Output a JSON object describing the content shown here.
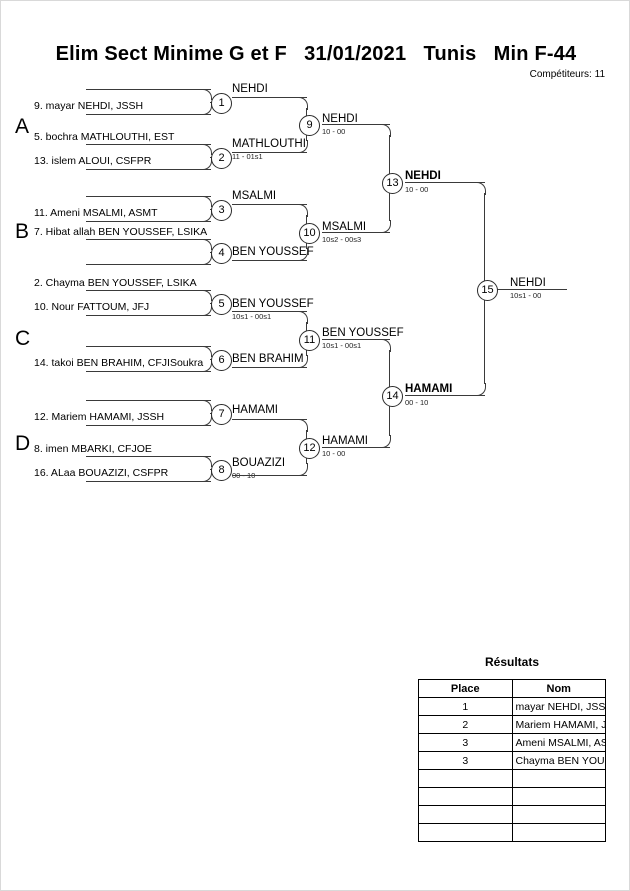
{
  "header": {
    "title": "Elim Sect Minime G et F   31/01/2021   Tunis   Min F-44",
    "competitors_label": "Compétiteurs: 11"
  },
  "groups": [
    {
      "label": "A"
    },
    {
      "label": "B"
    },
    {
      "label": "C"
    },
    {
      "label": "D"
    }
  ],
  "round1": [
    {
      "num": "1",
      "top_player": "",
      "bottom_player": "9. mayar NEHDI, JSSH",
      "winner": "NEHDI",
      "score": ""
    },
    {
      "num": "2",
      "top_player": "5. bochra MATHLOUTHI, EST",
      "bottom_player": "13. islem ALOUI, CSFPR",
      "winner": "MATHLOUTHI",
      "score": "11 - 01s1"
    },
    {
      "num": "3",
      "top_player": "",
      "bottom_player": "11. Ameni MSALMI, ASMT",
      "winner": "MSALMI",
      "score": ""
    },
    {
      "num": "4",
      "top_player": "7. Hibat allah BEN YOUSSEF, LSIKA",
      "bottom_player": "",
      "winner": "BEN YOUSSEF",
      "score": ""
    },
    {
      "num": "5",
      "top_player": "2. Chayma BEN YOUSSEF, LSIKA",
      "bottom_player": "10. Nour FATTOUM, JFJ",
      "winner": "BEN YOUSSEF",
      "score": "10s1 - 00s1"
    },
    {
      "num": "6",
      "top_player": "",
      "bottom_player": "14. takoi BEN BRAHIM, CFJISoukra",
      "winner": "BEN BRAHIM",
      "score": ""
    },
    {
      "num": "7",
      "top_player": "",
      "bottom_player": "12. Mariem HAMAMI, JSSH",
      "winner": "HAMAMI",
      "score": ""
    },
    {
      "num": "8",
      "top_player": "8. imen MBARKI, CFJOE",
      "bottom_player": "16. ALaa BOUAZIZI, CSFPR",
      "winner": "BOUAZIZI",
      "score": "00 - 10"
    }
  ],
  "round2": [
    {
      "num": "9",
      "winner": "NEHDI",
      "score": "10 - 00"
    },
    {
      "num": "10",
      "winner": "MSALMI",
      "score": "10s2 - 00s3"
    },
    {
      "num": "11",
      "winner": "BEN YOUSSEF",
      "score": "10s1 - 00s1"
    },
    {
      "num": "12",
      "winner": "HAMAMI",
      "score": "10 - 00"
    }
  ],
  "round3": [
    {
      "num": "13",
      "winner": "NEHDI",
      "score": "10 - 00"
    },
    {
      "num": "14",
      "winner": "HAMAMI",
      "score": "00 - 10"
    }
  ],
  "final": {
    "num": "15",
    "winner": "NEHDI",
    "score": "10s1 - 00"
  },
  "results": {
    "title": "Résultats",
    "columns": [
      "Place",
      "Nom"
    ],
    "rows": [
      {
        "place": "1",
        "nom": "mayar NEHDI, JSSH"
      },
      {
        "place": "2",
        "nom": "Mariem HAMAMI, JSSH"
      },
      {
        "place": "3",
        "nom": "Ameni MSALMI, ASMT"
      },
      {
        "place": "3",
        "nom": "Chayma BEN YOUSSEF, LSIKA"
      },
      {
        "place": "",
        "nom": ""
      },
      {
        "place": "",
        "nom": ""
      },
      {
        "place": "",
        "nom": ""
      },
      {
        "place": "",
        "nom": ""
      }
    ]
  }
}
